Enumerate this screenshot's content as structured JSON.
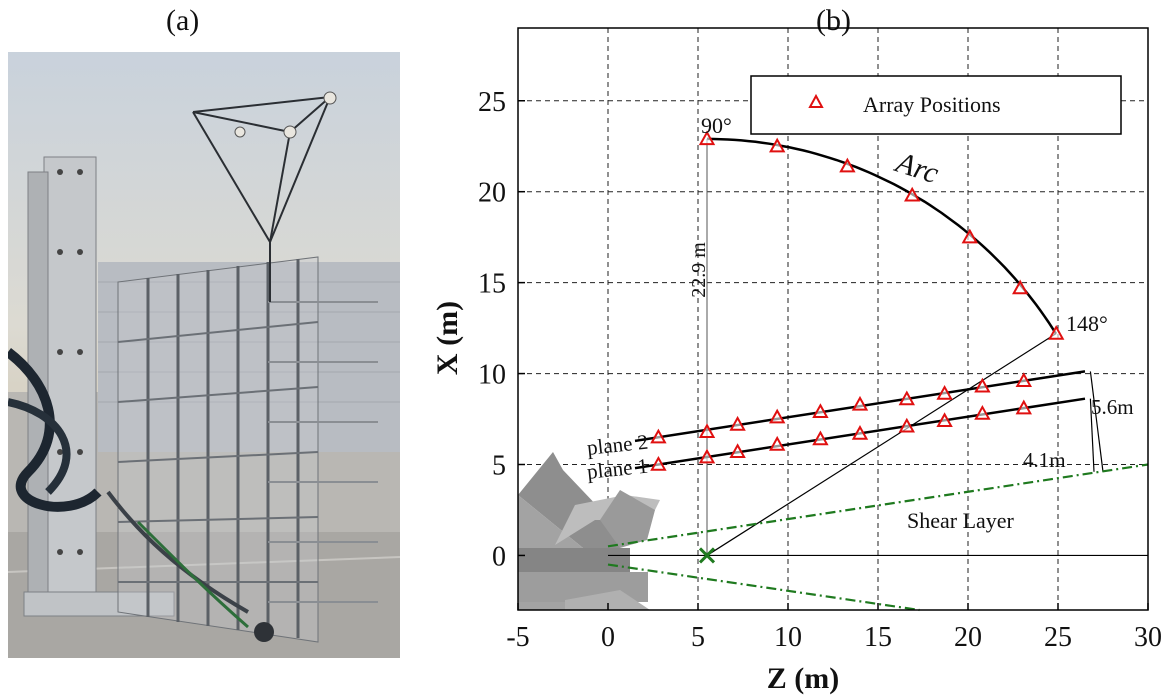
{
  "figure": {
    "panel_a_label": "(a)",
    "panel_b_label": "(b)"
  },
  "photo": {
    "subject": "photo of a microphone phased-array rig on an outdoor test stand"
  },
  "chart_data": {
    "type": "scatter",
    "xlabel": "Z (m)",
    "ylabel": "X (m)",
    "xlim": [
      -5,
      30
    ],
    "ylim": [
      -3,
      29
    ],
    "xticks": [
      -5,
      0,
      5,
      10,
      15,
      20,
      25,
      30
    ],
    "yticks": [
      0,
      5,
      10,
      15,
      20,
      25
    ],
    "grid": true,
    "legend": {
      "position": "top-right",
      "entries": [
        "Array Positions"
      ]
    },
    "series": [
      {
        "name": "Array Positions",
        "marker": "triangle",
        "groups": {
          "arc": {
            "z": [
              5.5,
              9.4,
              13.3,
              16.9,
              20.1,
              22.9,
              24.9
            ],
            "x": [
              22.9,
              22.5,
              21.4,
              19.8,
              17.5,
              14.7,
              12.2
            ]
          },
          "plane_2": {
            "z": [
              2.8,
              5.5,
              7.2,
              9.4,
              11.8,
              14.0,
              16.6,
              18.7,
              20.8,
              23.1
            ],
            "x": [
              6.5,
              6.8,
              7.2,
              7.6,
              7.9,
              8.3,
              8.6,
              8.9,
              9.3,
              9.6
            ]
          },
          "plane_1": {
            "z": [
              2.8,
              5.5,
              7.2,
              9.4,
              11.8,
              14.0,
              16.6,
              18.7,
              20.8,
              23.1
            ],
            "x": [
              5.0,
              5.4,
              5.7,
              6.1,
              6.4,
              6.7,
              7.1,
              7.4,
              7.8,
              8.1
            ]
          }
        }
      }
    ],
    "annotations": {
      "arc_label": "Arc",
      "angle_start": "90°",
      "angle_end": "148°",
      "radius_label": "22.9 m",
      "plane2_label": "plane 2",
      "plane1_label": "plane 1",
      "plane2_offset_label": "5.6m",
      "plane1_offset_label": "4.1m",
      "shear_layer_label": "Shear Layer"
    },
    "nozzle_exit": {
      "z": 5.5,
      "x": 0.0,
      "marker": "x"
    },
    "colors": {
      "marker": "#e01010",
      "shear_layer": "#1f7a1f",
      "grid": "#222222",
      "aircraft": "#9a9a9a"
    }
  }
}
